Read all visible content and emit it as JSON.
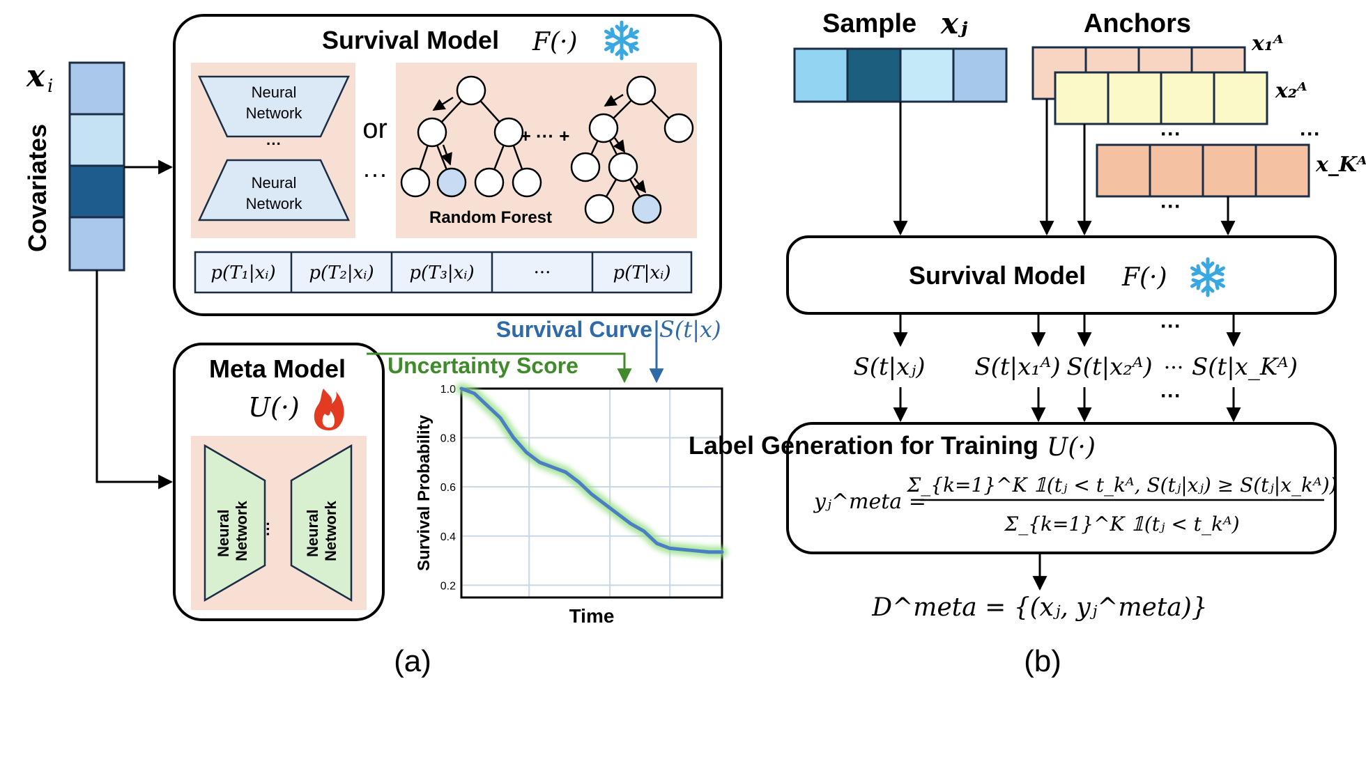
{
  "panel_a": {
    "covariates": {
      "symbol": "x",
      "sub": "i",
      "label": "Covariates"
    },
    "survival_model": {
      "title": "Survival Model",
      "func": "F(·)",
      "nn_top": {
        "line1": "Neural",
        "line2": "Network"
      },
      "nn_bottom": {
        "line1": "Neural",
        "line2": "Network"
      },
      "nn_dots": "···",
      "or_text": "or",
      "ellipsis": "···",
      "forest_plus": "+ ··· +",
      "forest_label": "Random Forest",
      "probs": [
        "p(T₁|xᵢ)",
        "p(T₂|xᵢ)",
        "p(T₃|xᵢ)",
        "···",
        "p(T|xᵢ)"
      ]
    },
    "meta_model": {
      "title": "Meta Model",
      "func": "U(·)",
      "nn_left": {
        "line1": "Neural",
        "line2": "Network"
      },
      "nn_right": {
        "line1": "Neural",
        "line2": "Network"
      },
      "nn_dots": "···"
    },
    "survival_curve_label": "Survival Curve",
    "survival_curve_math": "S(t|x)",
    "uncertainty_label": "Uncertainty Score",
    "caption": "(a)"
  },
  "panel_b": {
    "sample_label": "Sample",
    "sample_math": "xⱼ",
    "anchors_label": "Anchors",
    "anchor_labels": [
      "x₁ᴬ",
      "x₂ᴬ",
      "x_Kᴬ"
    ],
    "dots": "···",
    "survival_model": {
      "title": "Survival Model",
      "func": "F(·)"
    },
    "outputs": [
      "S(t|xⱼ)",
      "S(t|x₁ᴬ)",
      "S(t|x₂ᴬ)",
      "···",
      "S(t|x_Kᴬ)"
    ],
    "label_gen": {
      "title": "Label Generation for Training",
      "func": "U(·)",
      "lhs": "yⱼ^meta =",
      "numerator": "Σ_{k=1}^K 𝟙(tⱼ < t_kᴬ, S(tⱼ|xⱼ) ≥ S(tⱼ|x_kᴬ))",
      "denominator": "Σ_{k=1}^K 𝟙(tⱼ < t_kᴬ)"
    },
    "dataset": "D^meta = {(xⱼ, yⱼ^meta)}",
    "caption": "(b)"
  },
  "colors": {
    "cov_light": "#a9c8ec",
    "cov_pale": "#c4e2f3",
    "cov_dark": "#1f5c8e",
    "nn_fill": "#dbe9f7",
    "panel_fill": "#f8dfd3",
    "node_blue": "#c7dcf2",
    "meta_nn": "#d8f0cf",
    "curve": "#4b7fc4",
    "curve_glow": "#9be08a",
    "blue_text": "#2e6aa8",
    "green_text": "#3f8a2a",
    "snow": "#3aa8e0",
    "fire": "#e23b22",
    "sample": [
      "#93d4f2",
      "#1b5e7e",
      "#c4e9f8",
      "#a6c8ea"
    ],
    "anchor1": "#f8d5c2",
    "anchor2": "#fbf9c8",
    "anchorK": "#f4c2a3"
  },
  "chart_data": {
    "type": "line",
    "title": "",
    "xlabel": "Time",
    "ylabel": "Survival Probability",
    "ylim": [
      0.15,
      1.0
    ],
    "yticks": [
      1.0,
      0.8,
      0.6,
      0.4,
      0.2
    ],
    "grid": true,
    "x": [
      0,
      0.05,
      0.1,
      0.15,
      0.2,
      0.25,
      0.3,
      0.35,
      0.4,
      0.45,
      0.5,
      0.55,
      0.6,
      0.65,
      0.7,
      0.75,
      0.8,
      0.85,
      0.9,
      0.95,
      1.0
    ],
    "y": [
      1.0,
      0.98,
      0.93,
      0.88,
      0.8,
      0.74,
      0.7,
      0.68,
      0.66,
      0.62,
      0.57,
      0.53,
      0.49,
      0.45,
      0.42,
      0.37,
      0.35,
      0.345,
      0.34,
      0.335,
      0.335
    ]
  }
}
